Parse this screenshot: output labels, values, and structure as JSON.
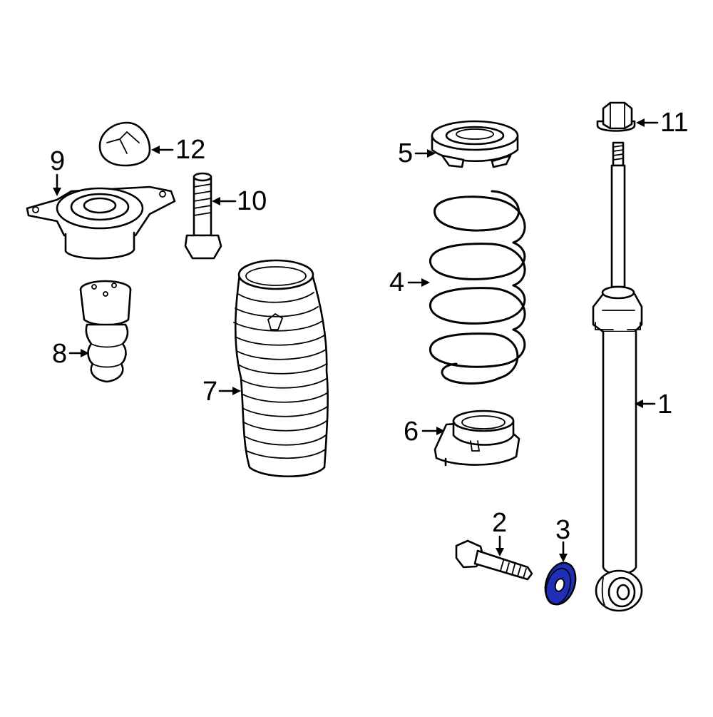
{
  "diagram": {
    "highlight_color": "#1f2fb8",
    "line_color": "#000000",
    "background": "#ffffff",
    "highlighted_part": "3",
    "callouts": [
      {
        "id": "c1",
        "text": "1"
      },
      {
        "id": "c2",
        "text": "2"
      },
      {
        "id": "c3",
        "text": "3"
      },
      {
        "id": "c4",
        "text": "4"
      },
      {
        "id": "c5",
        "text": "5"
      },
      {
        "id": "c6",
        "text": "6"
      },
      {
        "id": "c7",
        "text": "7"
      },
      {
        "id": "c8",
        "text": "8"
      },
      {
        "id": "c9",
        "text": "9"
      },
      {
        "id": "c10",
        "text": "10"
      },
      {
        "id": "c11",
        "text": "11"
      },
      {
        "id": "c12",
        "text": "12"
      }
    ]
  }
}
